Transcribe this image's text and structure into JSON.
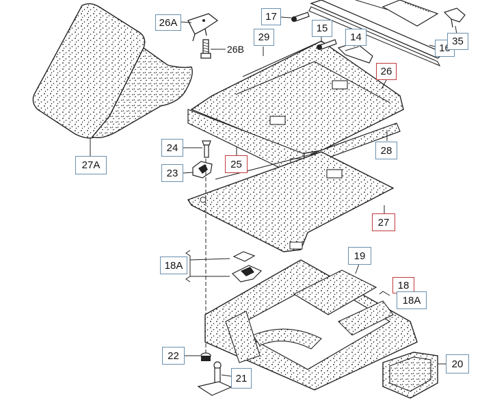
{
  "diagram": {
    "colors": {
      "callout_border": "#6a8fad",
      "highlight_border": "#c0393b",
      "line": "#222222"
    },
    "callouts": {
      "c26A": "26A",
      "c26B": "26B",
      "c17": "17",
      "c29": "29",
      "c15": "15",
      "c14": "14",
      "c16": "16",
      "c35": "35",
      "c26": "26",
      "c28": "28",
      "c27A": "27A",
      "c24": "24",
      "c25": "25",
      "c23": "23",
      "c27": "27",
      "c18A_left": "18A",
      "c19": "19",
      "c18": "18",
      "c18A_right": "18A",
      "c22": "22",
      "c21": "21",
      "c20": "20"
    }
  }
}
